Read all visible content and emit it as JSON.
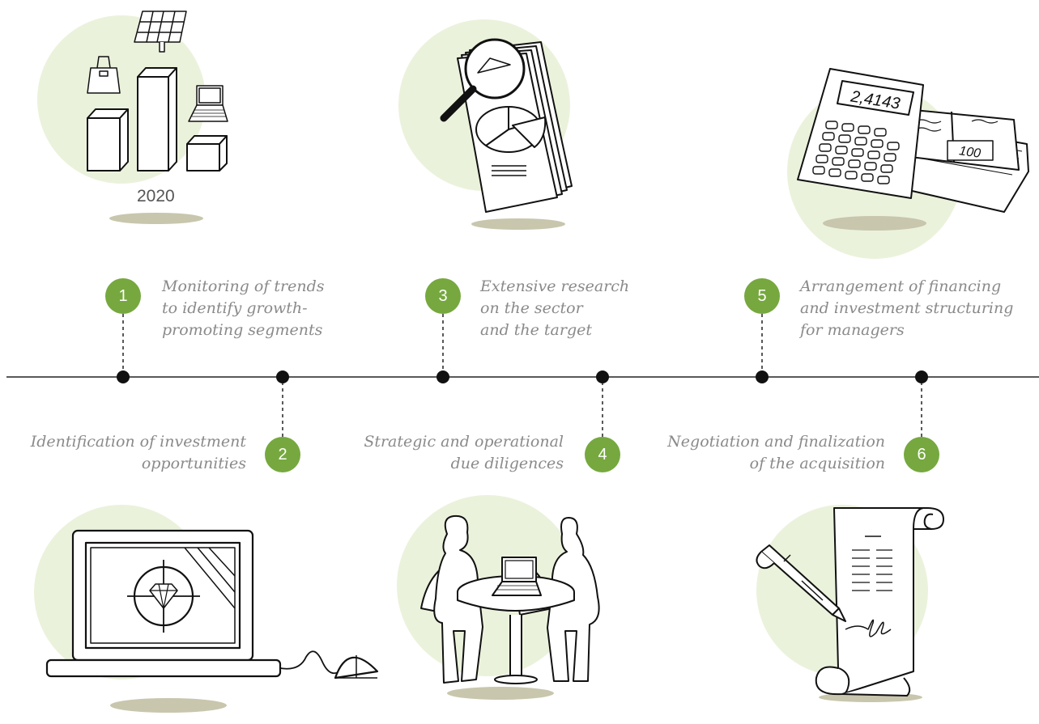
{
  "colors": {
    "accent_green": "#76a83f",
    "circle_bg": "#ebf2dc",
    "shadow": "#c8c6ad",
    "line": "#222222",
    "text_gray": "#8a8a8a"
  },
  "illustrations": {
    "growth_chart": {
      "icon": "growth-chart-icon",
      "year_label": "2020"
    },
    "documents_research": {
      "icon": "magnifier-documents-icon"
    },
    "calculator_money": {
      "icon": "calculator-money-icon",
      "calculator_display": "2,4143",
      "banknote_value": "100"
    },
    "laptop_target": {
      "icon": "laptop-diamond-target-icon"
    },
    "meeting": {
      "icon": "meeting-people-icon"
    },
    "contract": {
      "icon": "contract-pen-icon"
    }
  },
  "steps": [
    {
      "number": "1",
      "text": "Monitoring of trends\nto identify growth-\npromoting segments"
    },
    {
      "number": "2",
      "text": "Identification of investment\nopportunities"
    },
    {
      "number": "3",
      "text": "Extensive research\non the sector\nand the target"
    },
    {
      "number": "4",
      "text": "Strategic and operational\ndue diligences"
    },
    {
      "number": "5",
      "text": "Arrangement of financing\nand investment structuring\nfor managers"
    },
    {
      "number": "6",
      "text": "Negotiation and finalization\nof the acquisition"
    }
  ]
}
